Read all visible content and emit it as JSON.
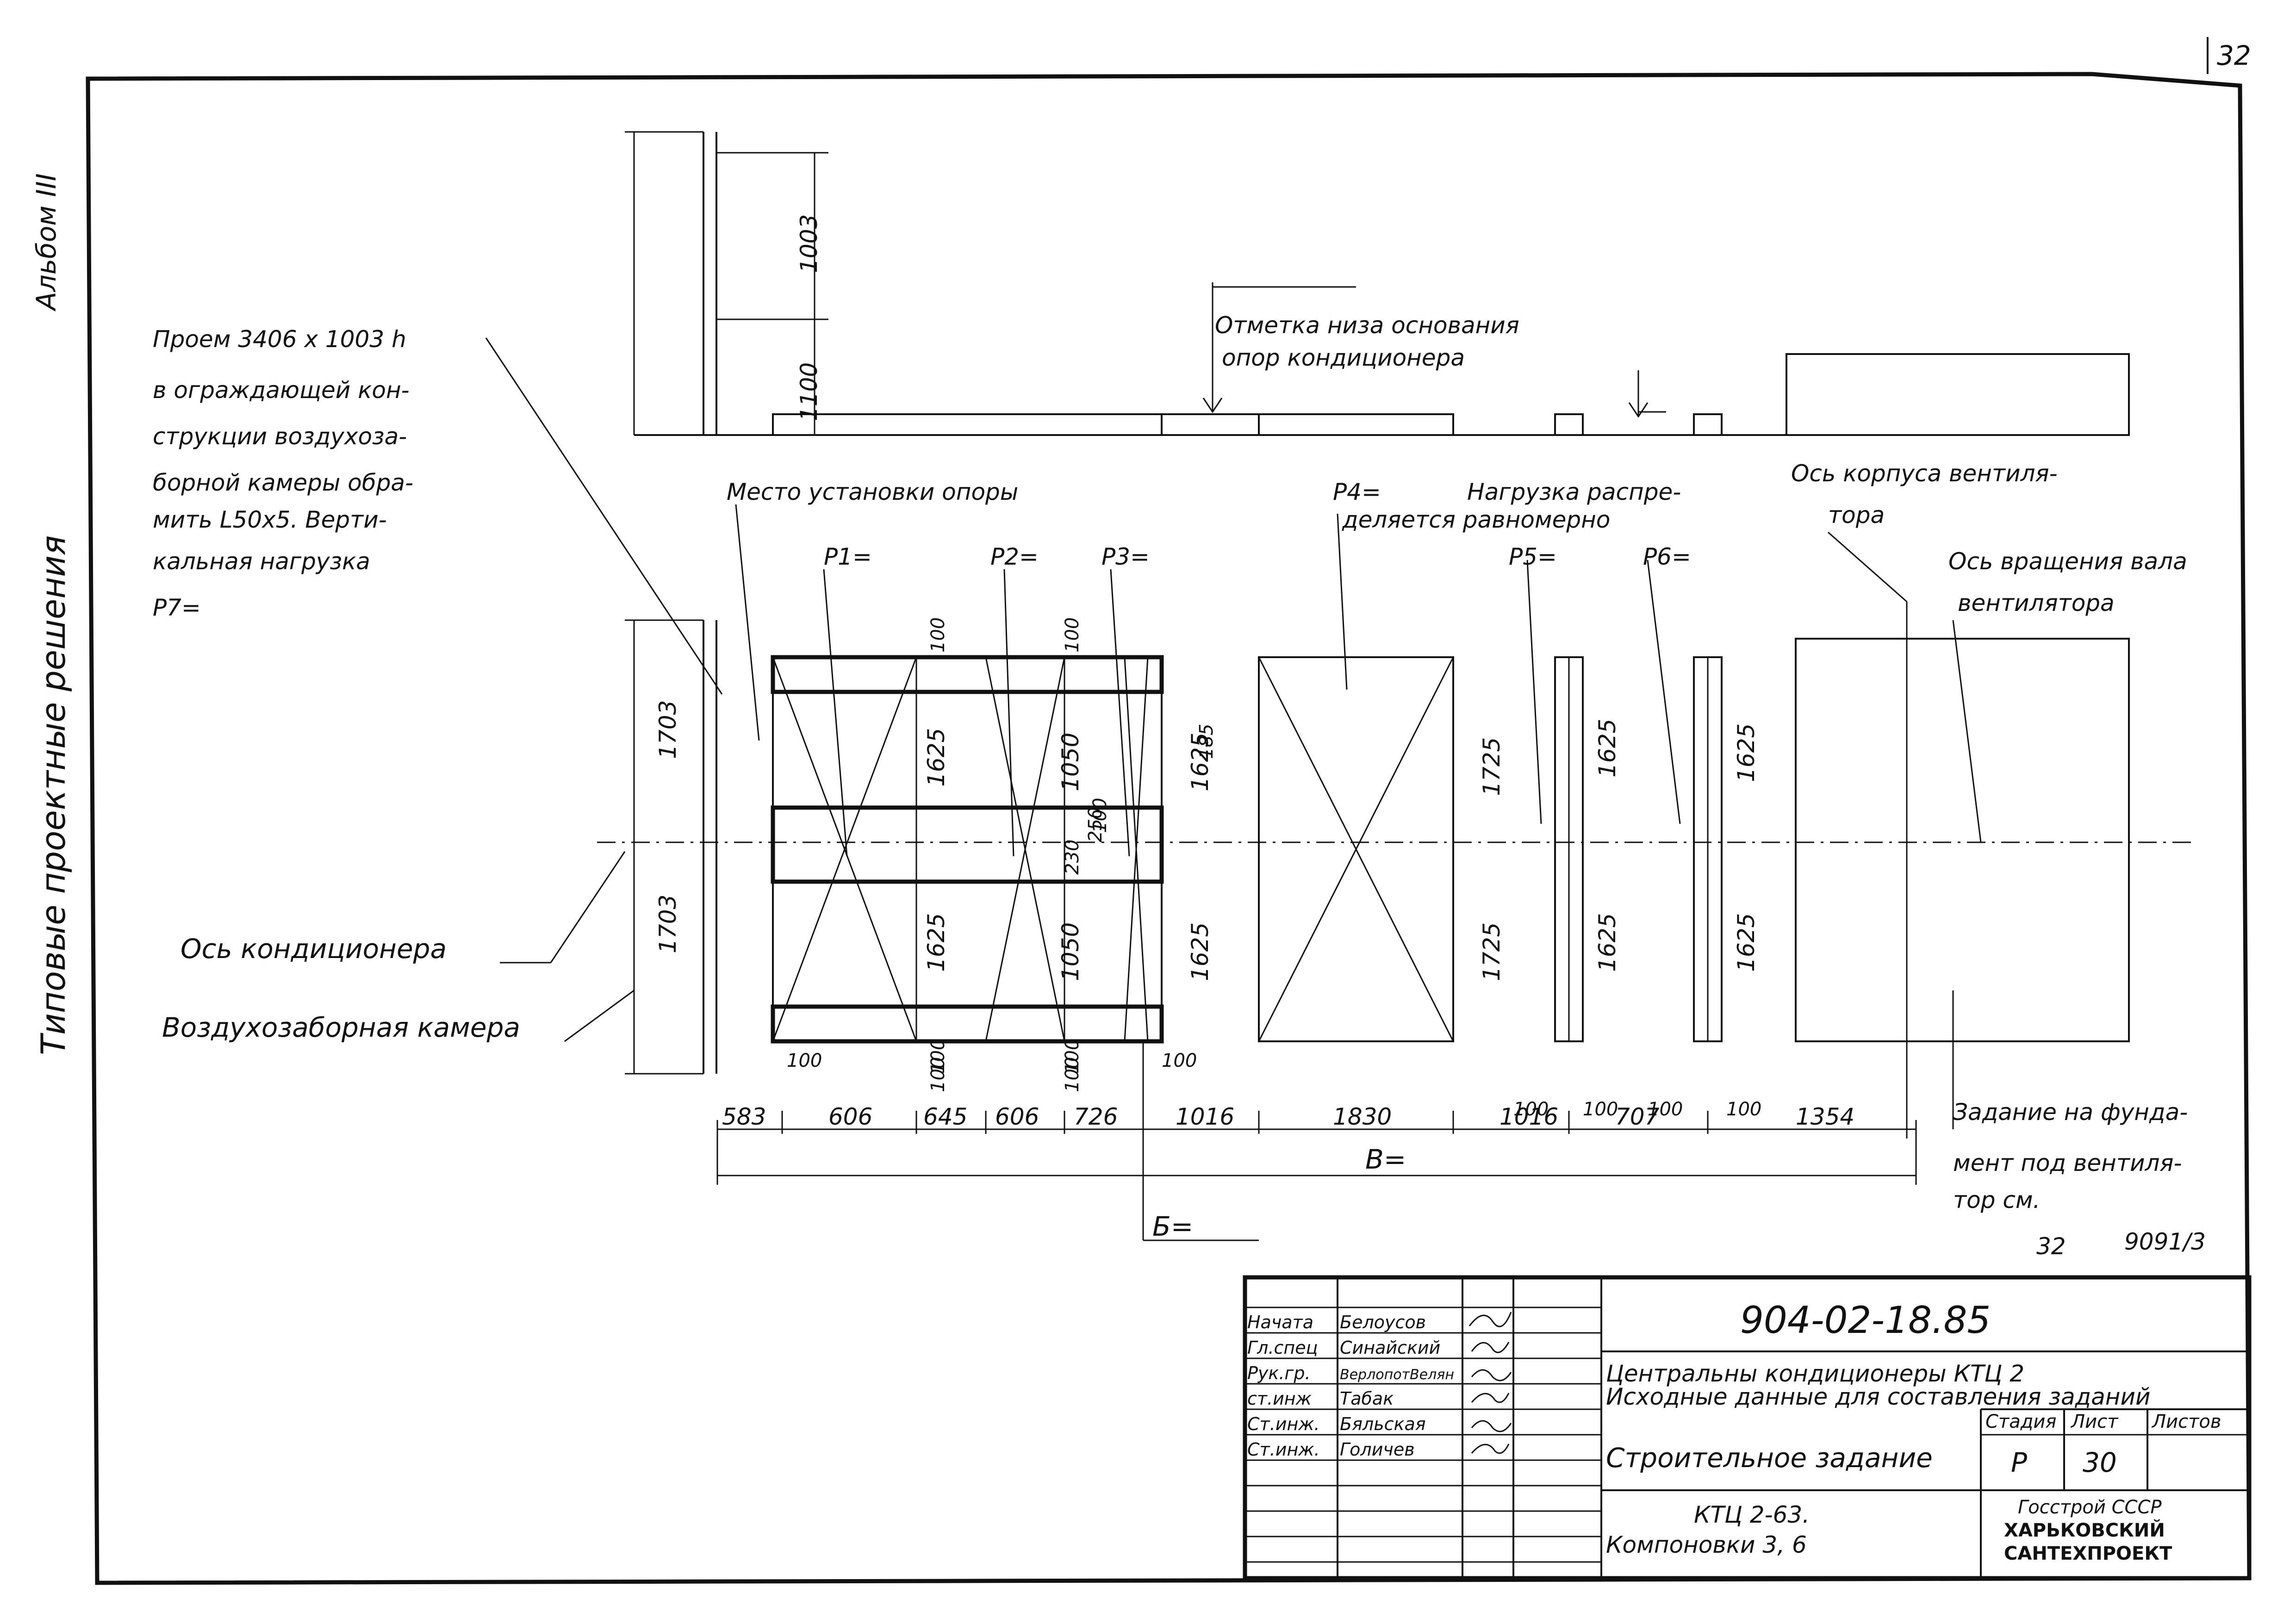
{
  "page_number": "32",
  "side": {
    "album": "Альбом III",
    "series": "Типовые проектные решения"
  },
  "notes": {
    "opening": [
      "Проем 3406 х 1003 h",
      "в ограждающей кон-",
      "струкции воздухоза-",
      "борной камеры обра-",
      "мить L50х5. Верти-",
      "кальная нагрузка",
      "P7="
    ],
    "bottom_mark": [
      "Отметка низа основания",
      "опор кондиционера"
    ],
    "support_place": "Место установки опоры",
    "p4": "P4=",
    "distributed": [
      "Нагрузка распре-",
      "деляется равномерно"
    ],
    "fan_axis": [
      "Ось корпуса вентиля-",
      "тора"
    ],
    "shaft_axis": [
      "Ось вращения вала",
      "вентилятора"
    ],
    "conditioner_axis": "Ось кондиционера",
    "air_chamber": "Воздухозаборная камера",
    "foundation": [
      "Задание на фунда-",
      "мент под вентиля-",
      "тор см."
    ],
    "ref_sheet": "32",
    "ref_doc": "9091/3"
  },
  "loads": [
    "P1=",
    "P2=",
    "P3=",
    "P5=",
    "P6="
  ],
  "dims": {
    "elevation": [
      "1003",
      "1100"
    ],
    "chamber": [
      "1703",
      "1703"
    ],
    "p1": [
      "100",
      "1625",
      "1625",
      "100"
    ],
    "p2": [
      "100",
      "1050",
      "100",
      "230",
      "250",
      "1050",
      "100"
    ],
    "p3": [
      "1625",
      "1625",
      "185"
    ],
    "p4": [
      "1725",
      "1725"
    ],
    "p5": [
      "1625",
      "1625"
    ],
    "p6": [
      "1625",
      "1625"
    ],
    "plan_100": [
      "100",
      "100",
      "100",
      "100",
      "100",
      "100",
      "100",
      "100"
    ],
    "row": [
      "583",
      "606",
      "645",
      "606",
      "726",
      "1016",
      "1830",
      "1016",
      "707",
      "1354"
    ],
    "B": "В=",
    "b": "Б="
  },
  "title_block": {
    "people": [
      {
        "role": "Начата",
        "name": "Белоусов"
      },
      {
        "role": "Гл.спец",
        "name": "Синайский"
      },
      {
        "role": "Рук.гр.",
        "name": "ВерлопотВелян"
      },
      {
        "role": "ст.инж",
        "name": "Табак"
      },
      {
        "role": "Ст.инж.",
        "name": "Бяльская"
      },
      {
        "role": "Ст.инж.",
        "name": "Голичев"
      }
    ],
    "code": "904-02-18.85",
    "subject_1": "Центральны кондиционеры КТЦ 2",
    "subject_2": "Исходные данные для составления заданий",
    "stage_label": "Стадия",
    "sheet_label": "Лист",
    "sheets_label": "Листов",
    "task": "Строительное задание",
    "stage": "Р",
    "sheet": "30",
    "variant_1": "КТЦ 2-63.",
    "variant_2": "Компоновки 3, 6",
    "org_1": "Госстрой СССР",
    "org_2": "ХАРЬКОВСКИЙ",
    "org_3": "САНТЕХПРОЕКТ"
  }
}
